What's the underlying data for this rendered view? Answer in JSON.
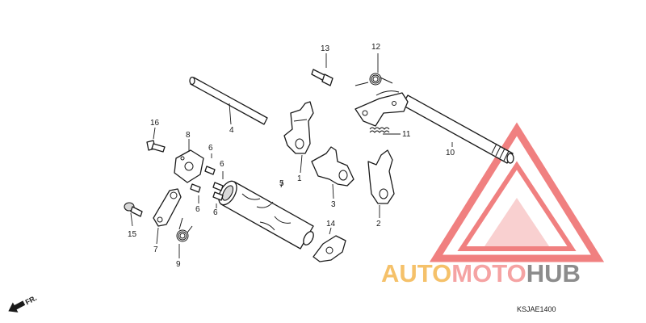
{
  "callouts": {
    "c1": "1",
    "c2": "2",
    "c3": "3",
    "c4": "4",
    "c5": "5",
    "c6a": "6",
    "c6b": "6",
    "c6c": "6",
    "c6d": "6",
    "c7": "7",
    "c8": "8",
    "c9": "9",
    "c10": "10",
    "c11": "11",
    "c12": "12",
    "c13": "13",
    "c14": "14",
    "c15": "15",
    "c16": "16"
  },
  "direction_label": "FR.",
  "diagram_code": "KSJAE1400",
  "watermark": {
    "auto": "AUTO",
    "moto": "MOTO",
    "hub": "HUB",
    "colors": {
      "auto": "#f5c16a",
      "moto": "#f5a3a3",
      "hub": "#8c8c8c",
      "triangle": "#ee6b6b"
    }
  }
}
